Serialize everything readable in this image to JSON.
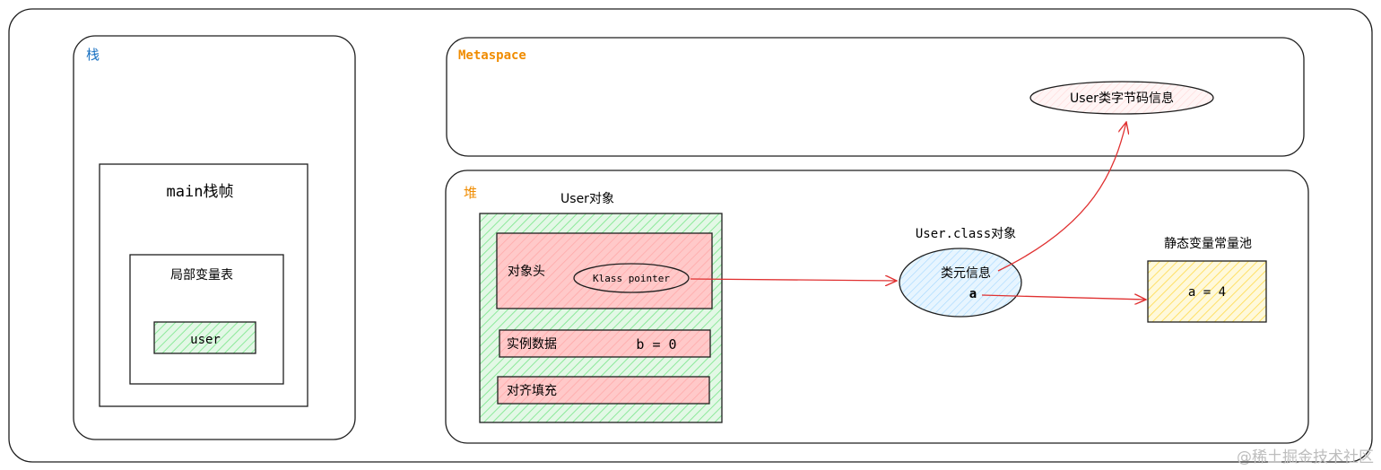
{
  "stack": {
    "title": "栈",
    "frame_title": "main栈帧",
    "local_var_table": "局部变量表",
    "user_var": "user"
  },
  "metaspace": {
    "title": "Metaspace",
    "bytecode_info": "User类字节码信息"
  },
  "heap": {
    "title": "堆",
    "user_object_label": "User对象",
    "object_header": "对象头",
    "klass_pointer": "Klass pointer",
    "instance_data": "实例数据",
    "instance_value": "b = 0",
    "padding": "对齐填充",
    "class_object_label": "User.class对象",
    "class_meta_info": "类元信息",
    "static_field": "a",
    "static_pool_label": "静态变量常量池",
    "static_value": "a = 4"
  },
  "watermark": "@稀土掘金技术社区",
  "colors": {
    "stroke": "#1e1e1e",
    "arrow": "#e03131",
    "stack_title": "#1971c2",
    "orange_title": "#f08c00",
    "green_fill": "#b2f2bb",
    "red_fill": "#ffc9c9",
    "blue_fill": "#a5d8ff",
    "yellow_fill": "#ffec99"
  }
}
